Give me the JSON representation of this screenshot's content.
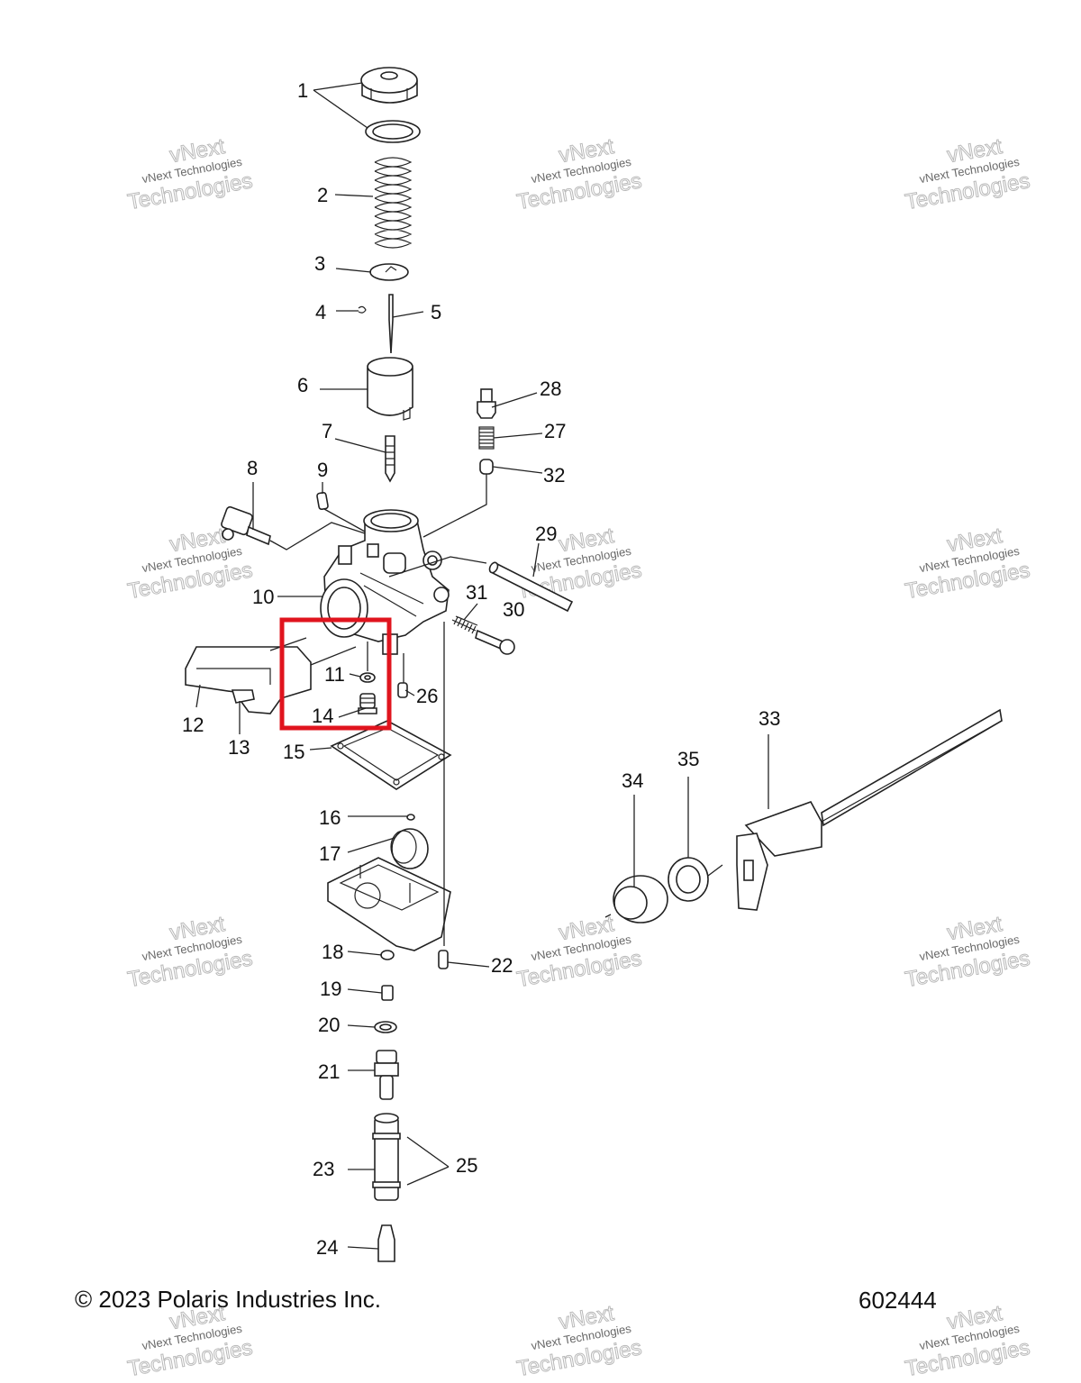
{
  "callouts": [
    {
      "id": "1",
      "text": "1"
    },
    {
      "id": "2",
      "text": "2"
    },
    {
      "id": "3",
      "text": "3"
    },
    {
      "id": "4",
      "text": "4"
    },
    {
      "id": "5",
      "text": "5"
    },
    {
      "id": "6",
      "text": "6"
    },
    {
      "id": "7",
      "text": "7"
    },
    {
      "id": "8",
      "text": "8"
    },
    {
      "id": "9",
      "text": "9"
    },
    {
      "id": "10",
      "text": "10"
    },
    {
      "id": "11",
      "text": "11"
    },
    {
      "id": "12",
      "text": "12"
    },
    {
      "id": "13",
      "text": "13"
    },
    {
      "id": "14",
      "text": "14"
    },
    {
      "id": "15",
      "text": "15"
    },
    {
      "id": "16",
      "text": "16"
    },
    {
      "id": "17",
      "text": "17"
    },
    {
      "id": "18",
      "text": "18"
    },
    {
      "id": "19",
      "text": "19"
    },
    {
      "id": "20",
      "text": "20"
    },
    {
      "id": "21",
      "text": "21"
    },
    {
      "id": "22",
      "text": "22"
    },
    {
      "id": "23",
      "text": "23"
    },
    {
      "id": "24",
      "text": "24"
    },
    {
      "id": "25",
      "text": "25"
    },
    {
      "id": "26",
      "text": "26"
    },
    {
      "id": "27",
      "text": "27"
    },
    {
      "id": "28",
      "text": "28"
    },
    {
      "id": "29",
      "text": "29"
    },
    {
      "id": "30",
      "text": "30"
    },
    {
      "id": "31",
      "text": "31"
    },
    {
      "id": "32",
      "text": "32"
    },
    {
      "id": "33",
      "text": "33"
    },
    {
      "id": "34",
      "text": "34"
    },
    {
      "id": "35",
      "text": "35"
    }
  ],
  "footer": {
    "copyright": "© 2023 Polaris Industries Inc.",
    "diagram_number": "602444"
  },
  "watermark": {
    "line1": "vNext Technologies",
    "line2": "vNext",
    "line3": "Technologies"
  },
  "highlight": {
    "color": "#e0141e",
    "contains": [
      "11",
      "14"
    ]
  }
}
